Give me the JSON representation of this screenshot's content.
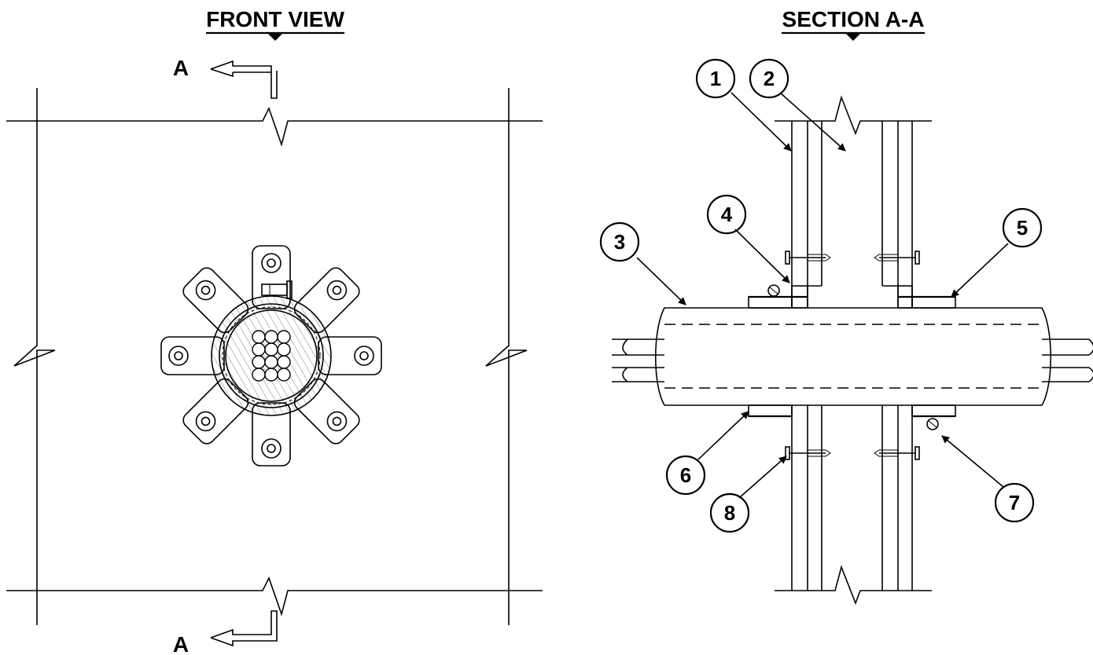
{
  "front_view": {
    "title": "FRONT VIEW",
    "section_marker_top": "A",
    "section_marker_bottom": "A"
  },
  "section_view": {
    "title": "SECTION A-A",
    "balloons": [
      "1",
      "2",
      "3",
      "4",
      "5",
      "6",
      "7",
      "8"
    ]
  }
}
